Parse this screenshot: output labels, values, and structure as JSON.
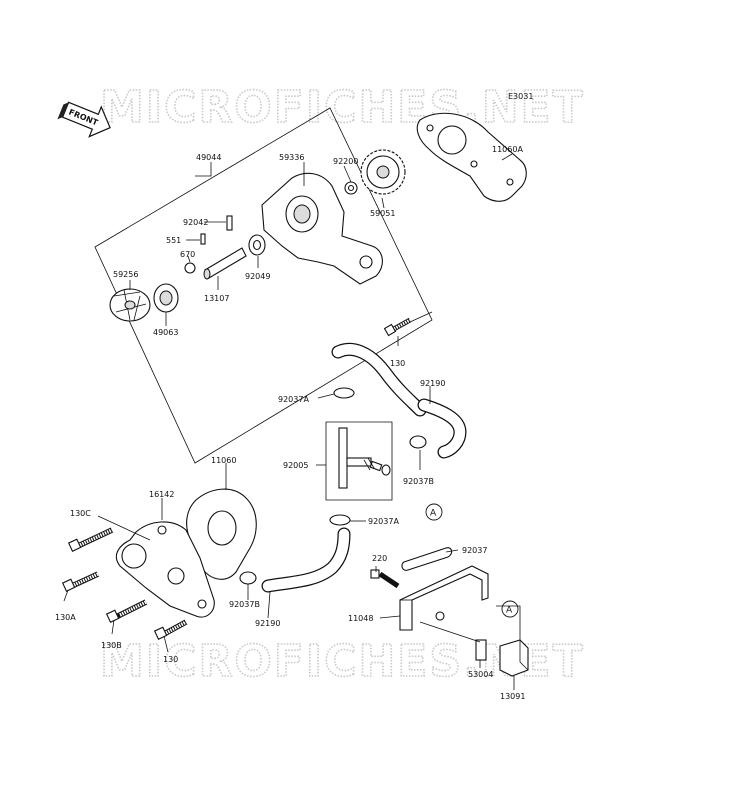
{
  "diagram": {
    "ref_code": "E3031",
    "front_label": "FRONT",
    "watermark": "MICROFICHES.NET",
    "callout": "A"
  },
  "labels": {
    "p49044": "49044",
    "p59336": "59336",
    "p92200": "92200",
    "p59051": "59051",
    "p11060A": "11060A",
    "p92042": "92042",
    "p551": "551",
    "p670": "670",
    "p59256": "59256",
    "p13107": "13107",
    "p92049": "92049",
    "p49063": "49063",
    "p130_top": "130",
    "p92190_top": "92190",
    "p92037A_top": "92037A",
    "p92005": "92005",
    "p92037B_right": "92037B",
    "p92037A_low": "92037A",
    "p11060": "11060",
    "p16142": "16142",
    "p130C": "130C",
    "p130A": "130A",
    "p130B": "130B",
    "p130_low": "130",
    "p92037B_low": "92037B",
    "p92190_low": "92190",
    "p220": "220",
    "p92037": "92037",
    "p11048": "11048",
    "p53004": "53004",
    "p13091": "13091"
  }
}
